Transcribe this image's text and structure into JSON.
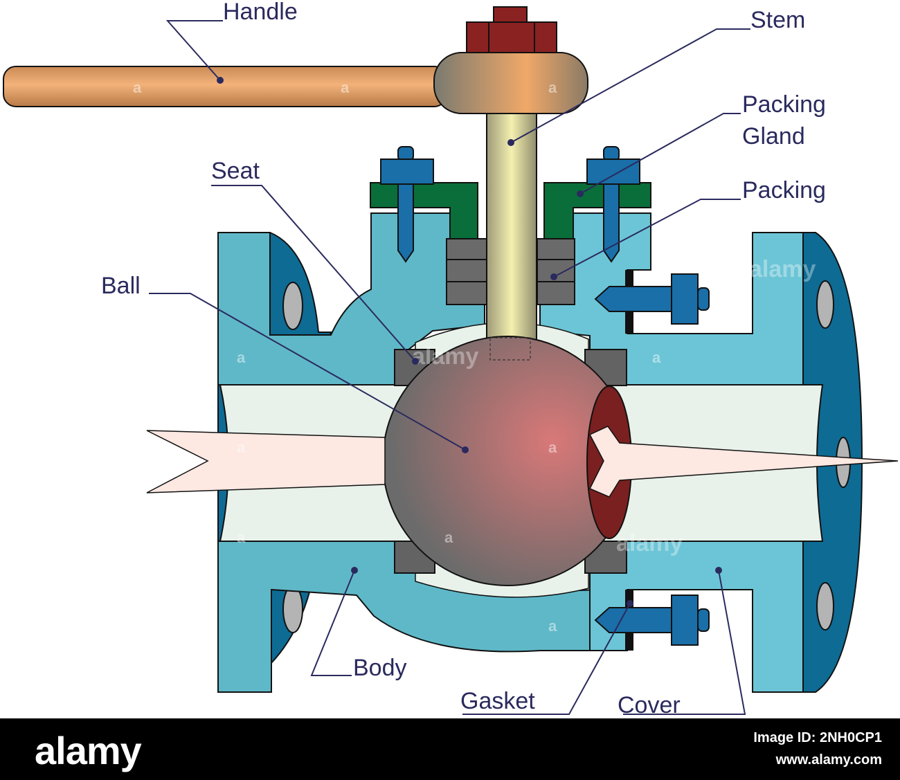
{
  "labels": {
    "handle": "Handle",
    "stem": "Stem",
    "packing_gland_line1": "Packing",
    "packing_gland_line2": "Gland",
    "packing": "Packing",
    "seat": "Seat",
    "ball": "Ball",
    "body": "Body",
    "gasket": "Gasket",
    "cover": "Cover"
  },
  "watermark": {
    "text": "alamy",
    "letter": "a"
  },
  "footer": {
    "logo": "alamy",
    "image_id": "Image ID: 2NH0CP1",
    "site": "www.alamy.com"
  },
  "colors": {
    "body": "#5fb8c8",
    "cover": "#6cc5d6",
    "flange_dark": "#0e6b94",
    "bore": "#e8f2ea",
    "handle": "#e2a066",
    "stem": "#d8d28c",
    "gland": "#0a6e3a",
    "packing": "#6a6a6a",
    "bolts": "#1a6fa8",
    "nut_top": "#8b2222",
    "ball_core": "#d07070",
    "ball_edge": "#6e6e6e",
    "arrow": "#fde8e2",
    "label_text": "#2a2a5e"
  }
}
